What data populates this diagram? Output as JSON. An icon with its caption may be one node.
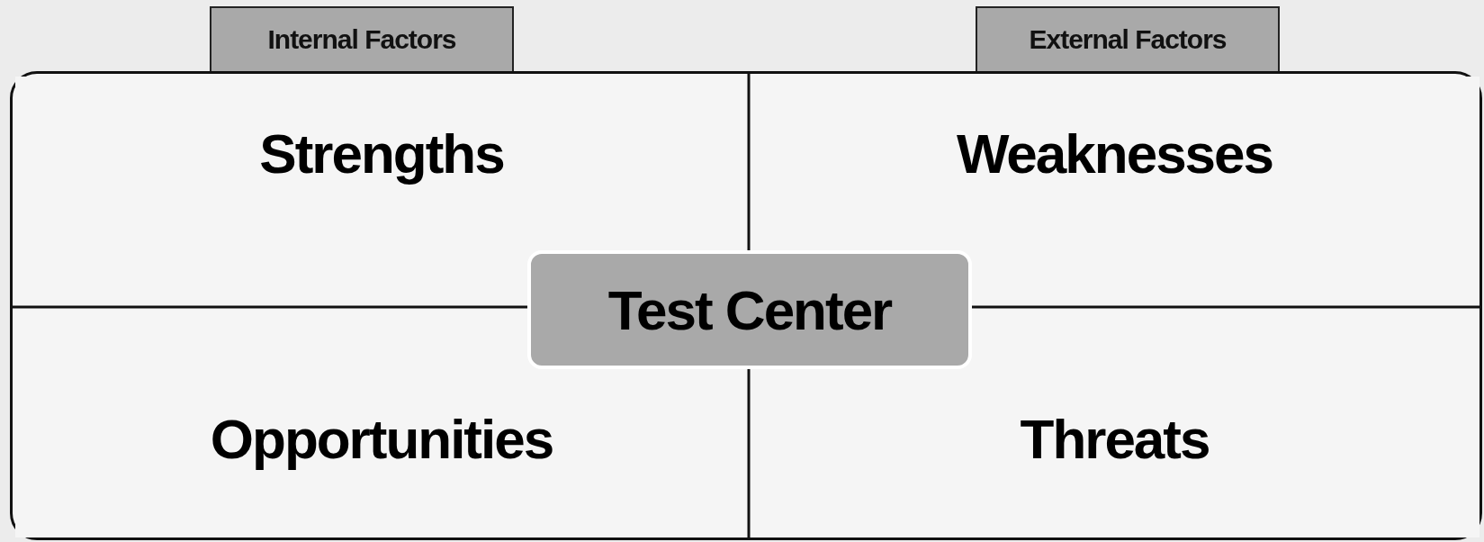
{
  "diagram": {
    "nodes": [
      {
        "text": [
          "Internal Factors"
        ]
      },
      {
        "text": [
          "External Factors"
        ]
      },
      {
        "text": [],
        "shape": "box"
      },
      {
        "text": [
          "Strengths"
        ],
        "in": 2
      },
      {
        "text": [
          "Weaknesses"
        ],
        "in": 2
      },
      {
        "text": [
          "Opportunities"
        ],
        "in": 2
      },
      {
        "text": [
          "Threats"
        ],
        "in": 2
      },
      {
        "text": [
          "Test Center"
        ],
        "in": 2
      }
    ]
  }
}
